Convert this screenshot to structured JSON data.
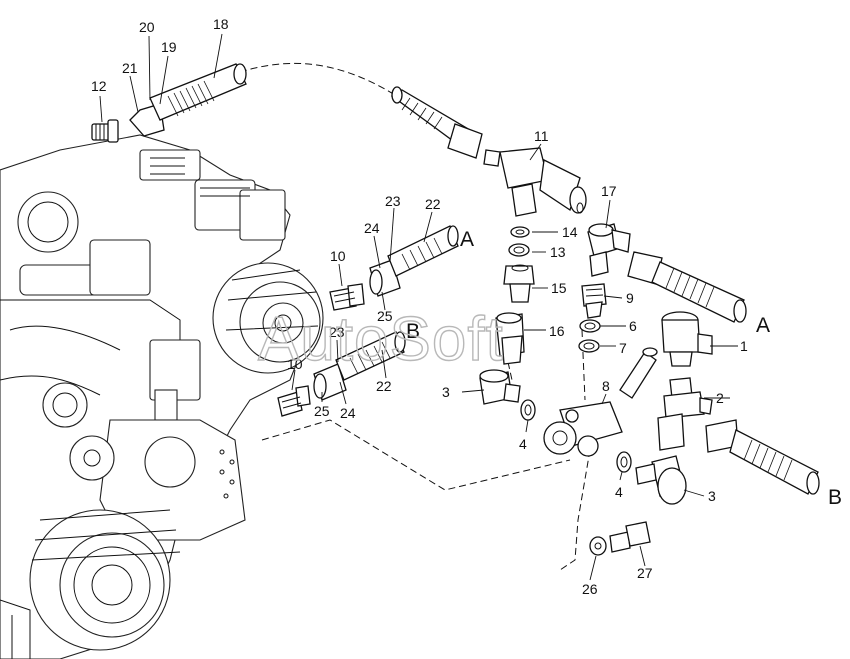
{
  "watermark": "AutoSoft",
  "callouts": {
    "p1": "1",
    "p2": "2",
    "p3a": "3",
    "p3b": "3",
    "p4a": "4",
    "p4b": "4",
    "p6": "6",
    "p7": "7",
    "p8": "8",
    "p9": "9",
    "p10a": "10",
    "p10b": "10",
    "p11": "11",
    "p12": "12",
    "p13": "13",
    "p14": "14",
    "p15": "15",
    "p16": "16",
    "p17": "17",
    "p18": "18",
    "p19": "19",
    "p20": "20",
    "p21": "21",
    "p22a": "22",
    "p22b": "22",
    "p23a": "23",
    "p23b": "23",
    "p24a": "24",
    "p24b": "24",
    "p25a": "25",
    "p25b": "25",
    "p26": "26",
    "p27": "27"
  },
  "sections": {
    "a1": "A",
    "a2": "A",
    "b1": "B",
    "b2": "B"
  }
}
